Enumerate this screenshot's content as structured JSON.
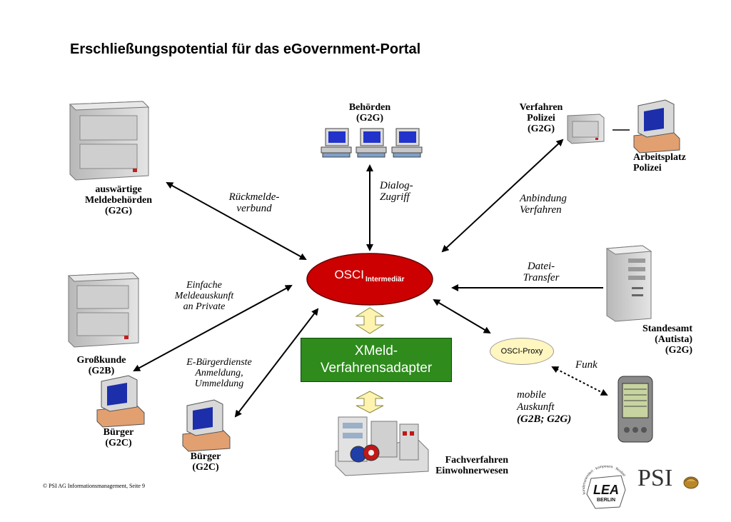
{
  "title": "Erschließungspotential für das eGovernment-Portal",
  "center": {
    "osci_main": "OSCI",
    "osci_sub": "Intermediär",
    "xmeld_line1": "XMeld-",
    "xmeld_line2": "Verfahrensadapter",
    "proxy": "OSCI-Proxy"
  },
  "nodes": {
    "behoerden": [
      "Behörden",
      "(G2G)"
    ],
    "verfahren_polizei": [
      "Verfahren",
      "Polizei",
      "(G2G)"
    ],
    "arbeitsplatz_polizei": [
      "Arbeitsplatz",
      "Polizei"
    ],
    "auswaertige": [
      "auswärtige",
      "Meldebehörden",
      "(G2G)"
    ],
    "grosskunde": [
      "Großkunde",
      "(G2B)"
    ],
    "buerger1": [
      "Bürger",
      "(G2C)"
    ],
    "buerger2": [
      "Bürger",
      "(G2C)"
    ],
    "standesamt": [
      "Standesamt",
      "(Autista)",
      "(G2G)"
    ],
    "fachverfahren": [
      "Fachverfahren",
      "Einwohnerwesen"
    ]
  },
  "edges": {
    "rueckmelde": [
      "Rückmelde-",
      "verbund"
    ],
    "dialog": [
      "Dialog-",
      "Zugriff"
    ],
    "anbindung": [
      "Anbindung",
      "Verfahren"
    ],
    "datei": [
      "Datei-",
      "Transfer"
    ],
    "einfache": [
      "Einfache",
      "Meldeauskunft",
      "an Private"
    ],
    "ebuerger": [
      "E-Bürgerdienste",
      "Anmeldung,",
      "Ummeldung"
    ],
    "funk": "Funk",
    "mobile": [
      "mobile",
      "Auskunft",
      "(G2B; G2G)"
    ]
  },
  "footer": "© PSI AG Informationsmanagement,  Seite 9",
  "logos": {
    "psi": "PSI",
    "lea_main": "LEA",
    "lea_sub": "BERLIN",
    "lea_ring": "kundenorientiert · kompetent · flexibel"
  },
  "colors": {
    "osci_fill": "#cc0000",
    "xmeld_fill": "#2e8b1c",
    "proxy_fill": "#fff6c0",
    "arrow_fill": "#fff3b0"
  }
}
